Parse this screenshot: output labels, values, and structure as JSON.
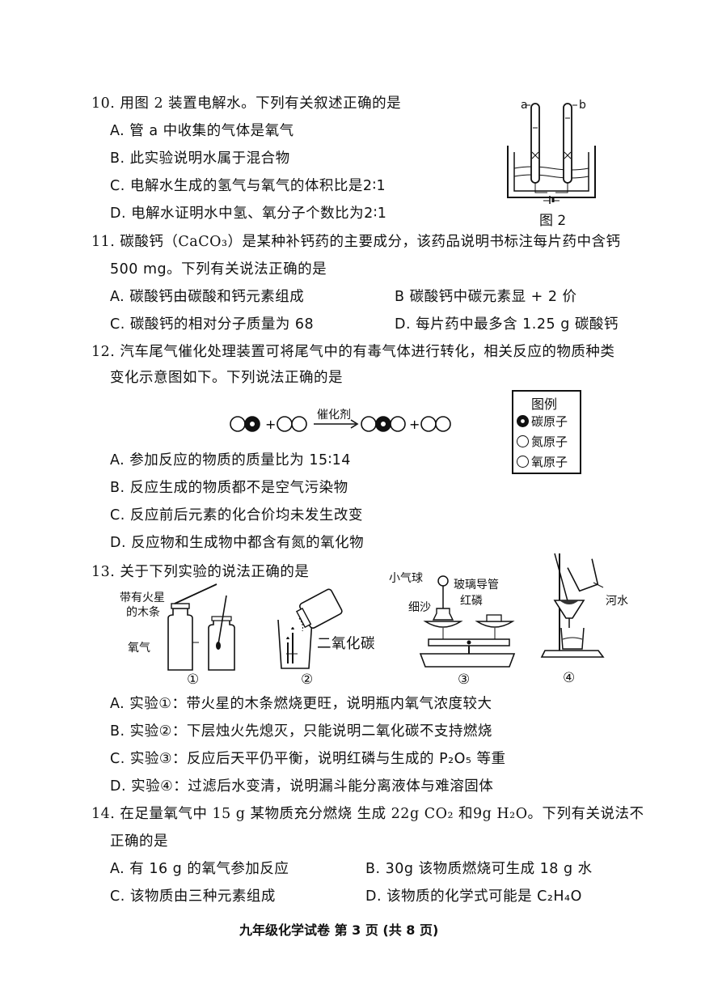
{
  "q10": {
    "stem": "10. 用图 2 装置电解水。下列有关叙述正确的是",
    "A": "A. 管 a 中收集的气体是氧气",
    "B": "B. 此实验说明水属于混合物",
    "C": "C. 电解水生成的氢气与氧气的体积比是2∶1",
    "D": "D. 电解水证明水中氢、氧分子个数比为2∶1",
    "fig_caption": "图 2",
    "label_a": "a",
    "label_b": "b"
  },
  "q11": {
    "stem1": "11. 碳酸钙（CaCO₃）是某种补钙药的主要成分，该药品说明书标注每片药中含钙",
    "stem2": "500 mg。下列有关说法正确的是",
    "A": "A. 碳酸钙由碳酸和钙元素组成",
    "B": "B  碳酸钙中碳元素显 + 2 价",
    "C": "C. 碳酸钙的相对分子质量为 68",
    "D": "D. 每片药中最多含 1.25 g 碳酸钙"
  },
  "q12": {
    "stem1": "12. 汽车尾气催化处理装置可将尾气中的有毒气体进行转化，相关反应的物质种类",
    "stem2": "变化示意图如下。下列说法正确的是",
    "catalyst": "催化剂",
    "legend_title": "图例",
    "legend_carbon": "碳原子",
    "legend_nitrogen": "氮原子",
    "legend_oxygen": "氧原子",
    "A": "A. 参加反应的物质的质量比为 15∶14",
    "B": "B. 反应生成的物质都不是空气污染物",
    "C": "C. 反应前后元素的化合价均未发生改变",
    "D": "D. 反应物和生成物中都含有氮的氧化物"
  },
  "q13": {
    "stem": "13. 关于下列实验的说法正确的是",
    "label_splint1": "带有火星",
    "label_splint2": "的木条",
    "label_oxygen": "氧气",
    "label_co2": "二氧化碳",
    "label_balloon": "小气球",
    "label_glass_tube": "玻璃导管",
    "label_sand": "细沙",
    "label_phosphorus": "红磷",
    "label_river": "河水",
    "num1": "①",
    "num2": "②",
    "num3": "③",
    "num4": "④",
    "A": "A. 实验①：带火星的木条燃烧更旺，说明瓶内氧气浓度较大",
    "B": "B. 实验②：下层烛火先熄灭，只能说明二氧化碳不支持燃烧",
    "C": "C. 实验③：反应后天平仍平衡，说明红磷与生成的 P₂O₅ 等重",
    "D": "D. 实验④：过滤后水变清，说明漏斗能分离液体与难溶固体"
  },
  "q14": {
    "stem1": "14. 在足量氧气中 15 g 某物质充分燃烧   生成 22g CO₂ 和9g H₂O。下列有关说法不",
    "stem2": "正确的是",
    "A": "A. 有 16 g 的氧气参加反应",
    "B": "B. 30g 该物质燃烧可生成 18 g 水",
    "C": "C. 该物质由三种元素组成",
    "D": "D. 该物质的化学式可能是 C₂H₄O"
  },
  "footer": "九年级化学试卷   第 3 页   (共 8 页)"
}
